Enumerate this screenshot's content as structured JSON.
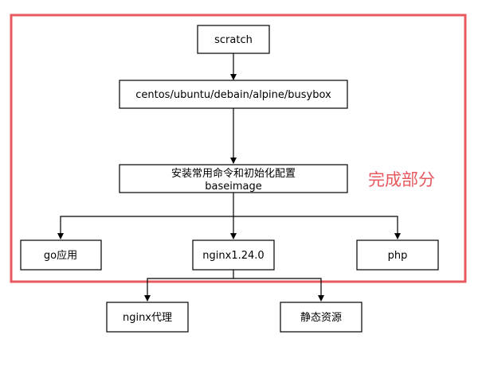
{
  "diagram": {
    "nodes": {
      "scratch": "scratch",
      "base_os": "centos/ubuntu/debain/alpine/busybox",
      "base_config_line1": "安装常用命令和初始化配置",
      "base_config_line2": "baseimage",
      "go_app": "go应用",
      "nginx": "nginx1.24.0",
      "php": "php",
      "nginx_proxy": "nginx代理",
      "static_assets": "静态资源"
    },
    "highlight": {
      "label": "完成部分",
      "color": "#e8585f"
    }
  }
}
